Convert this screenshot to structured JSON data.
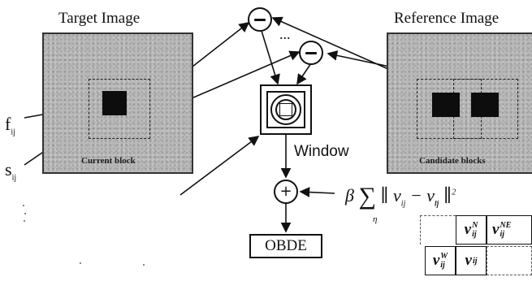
{
  "target_image": {
    "title": "Target Image",
    "caption": "Current block",
    "label_f": "f",
    "label_f_sub": "ij",
    "label_s": "s",
    "label_s_sub": "ij"
  },
  "reference_image": {
    "title": "Reference Image",
    "caption": "Candidate blocks"
  },
  "ellipsis": "...",
  "window_label": "Window",
  "obde_label": "OBDE",
  "formula": {
    "beta": "β",
    "sum": "∑",
    "sum_index": "η",
    "body": "∥ v",
    "v_sub": "ij",
    "minus": " − v",
    "v_eta_sub": "ij",
    "v_eta_sup": "η",
    "close": " ∥",
    "power": "2"
  },
  "neighbor_grid": {
    "v": "v",
    "cells": [
      {
        "sup": "N",
        "sub": "ij"
      },
      {
        "sup": "NE",
        "sub": "ij"
      },
      {
        "sup": "W",
        "sub": "ij"
      },
      {
        "sup": "",
        "sub": "ij"
      }
    ]
  },
  "operators": {
    "minus": "−",
    "plus": "+"
  }
}
